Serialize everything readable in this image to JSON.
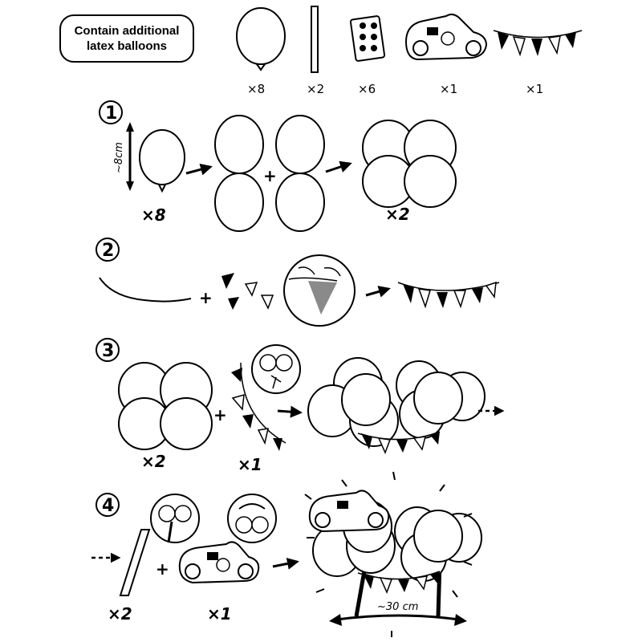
{
  "note": {
    "line1": "Contain additional",
    "line2": "latex balloons"
  },
  "parts": [
    {
      "name": "balloon",
      "qty": "×8"
    },
    {
      "name": "stick",
      "qty": "×2"
    },
    {
      "name": "glue-dots",
      "qty": "×6"
    },
    {
      "name": "race-car",
      "qty": "×1"
    },
    {
      "name": "pennant-banner",
      "qty": "×1"
    }
  ],
  "steps": [
    {
      "number": "1",
      "size_label": "~8cm",
      "qty_a": "×8",
      "qty_b": "×2"
    },
    {
      "number": "2"
    },
    {
      "number": "3",
      "qty_a": "×2",
      "qty_b": "×1"
    },
    {
      "number": "4",
      "qty_a": "×2",
      "qty_b": "×1",
      "width_label": "~30 cm"
    }
  ],
  "colors": {
    "line": "#000000",
    "fill": "#ffffff",
    "pennant_gray": "#8a8a8a"
  }
}
